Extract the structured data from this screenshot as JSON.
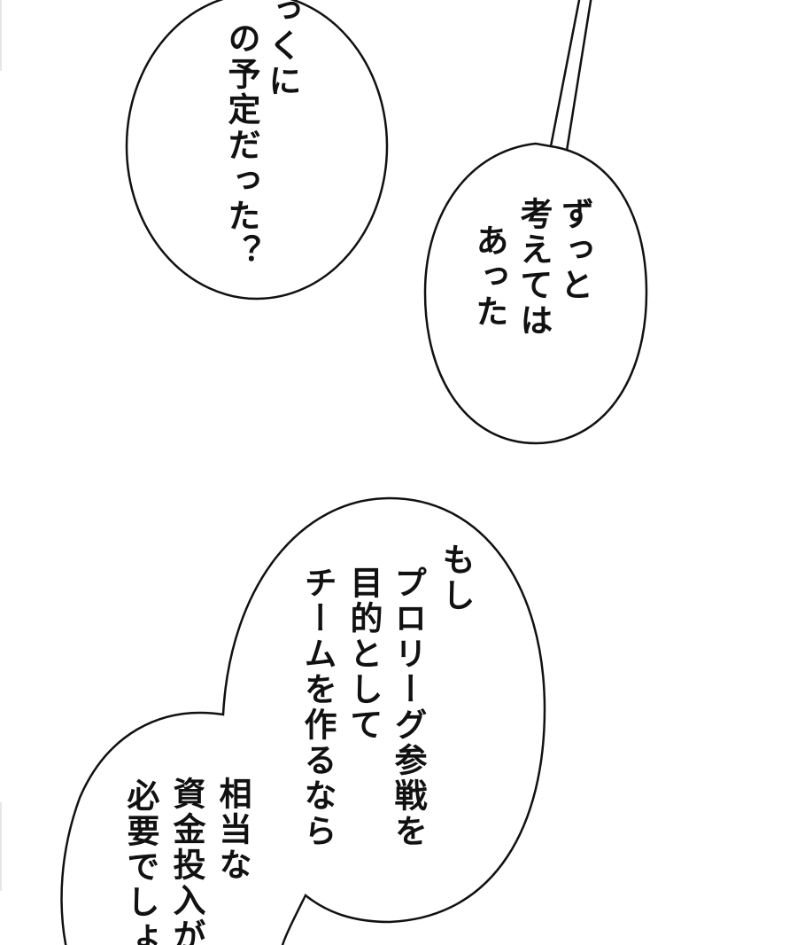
{
  "bubbles": [
    {
      "lines": [
        "っくに",
        "の予定だった？"
      ]
    },
    {
      "lines": [
        "ずっと",
        "考えては",
        "あった"
      ]
    },
    {
      "lines": [
        "もし",
        "プロリーグ参戦を",
        "目的として",
        "チームを作るなら"
      ]
    },
    {
      "lines": [
        "相当な",
        "資金投入が",
        "必要でしょ"
      ]
    }
  ],
  "colors": {
    "ink": "#111111",
    "paper": "#ffffff"
  }
}
